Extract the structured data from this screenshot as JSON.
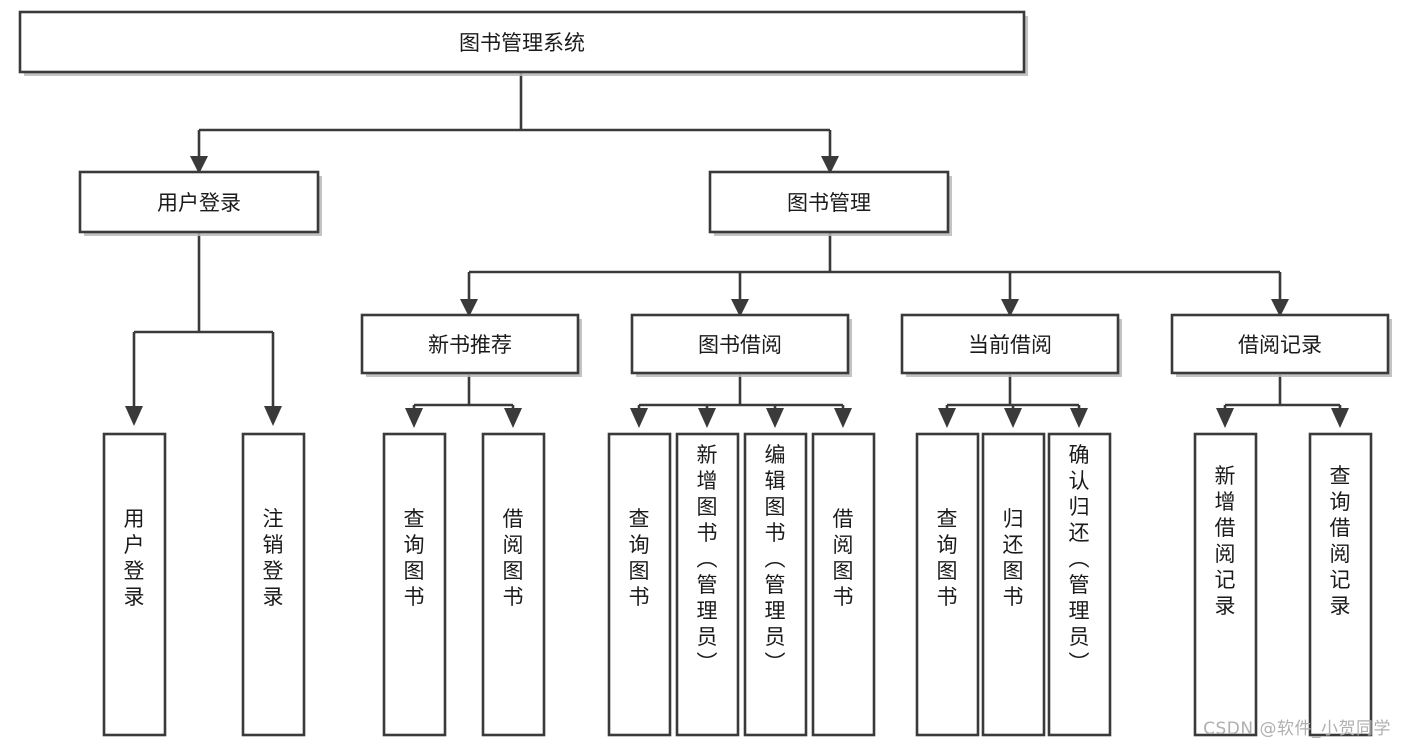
{
  "diagram": {
    "title": "图书管理系统",
    "type": "tree",
    "orientation": "top-down",
    "colors": {
      "box_fill": "#ffffff",
      "box_stroke": "#3a3a3a",
      "connector": "#3a3a3a",
      "text": "#1b1b1b",
      "watermark": "#b0b0b0"
    },
    "root": {
      "label": "图书管理系统"
    },
    "level2": [
      {
        "label": "用户登录"
      },
      {
        "label": "图书管理"
      }
    ],
    "level3": [
      {
        "label": "新书推荐"
      },
      {
        "label": "图书借阅"
      },
      {
        "label": "当前借阅"
      },
      {
        "label": "借阅记录"
      }
    ],
    "leaves": {
      "user_login": [
        {
          "label": "用户登录"
        },
        {
          "label": "注销登录"
        }
      ],
      "new_book_recommend": [
        {
          "label": "查询图书"
        },
        {
          "label": "借阅图书"
        }
      ],
      "book_borrow": [
        {
          "label": "查询图书"
        },
        {
          "label": "新增图书（管理员）"
        },
        {
          "label": "编辑图书（管理员）"
        },
        {
          "label": "借阅图书"
        }
      ],
      "current_borrow": [
        {
          "label": "查询图书"
        },
        {
          "label": "归还图书"
        },
        {
          "label": "确认归还（管理员）"
        }
      ],
      "borrow_record": [
        {
          "label": "新增借阅记录"
        },
        {
          "label": "查询借阅记录"
        }
      ]
    }
  },
  "watermark": {
    "text": "CSDN @软件_小贺同学"
  }
}
